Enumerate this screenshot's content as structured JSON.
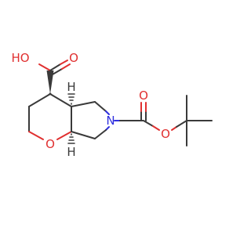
{
  "molecule": {
    "atoms": {
      "hydroxyl": "HO",
      "carbonyl_o_acid": "O",
      "ring_oxygen": "O",
      "ring_nitrogen": "N",
      "carbonyl_o_boc": "O",
      "ester_oxygen": "O",
      "stereo_h_top": "H",
      "stereo_h_bottom": "H"
    },
    "colors": {
      "bond": "#3a3a3a",
      "oxygen": "#e03030",
      "nitrogen": "#3030e0"
    }
  }
}
